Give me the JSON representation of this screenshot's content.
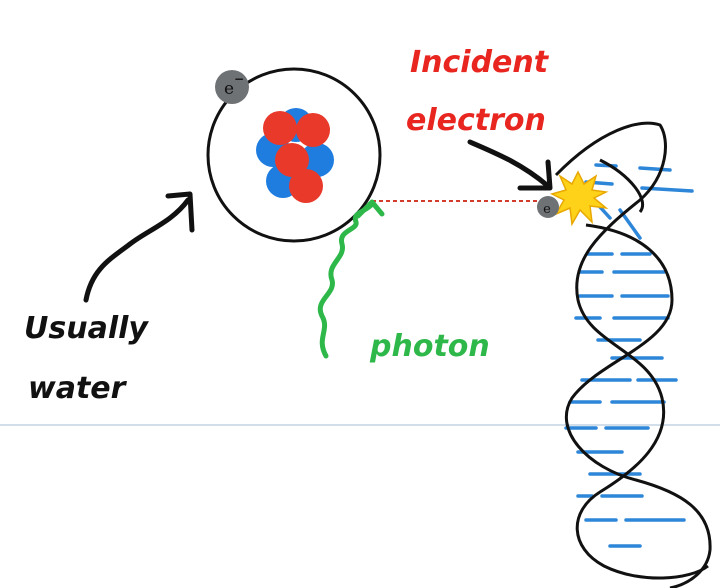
{
  "labels": {
    "electron_symbol": "e",
    "electron_sign": "−",
    "incident_line1": "Incident",
    "incident_line2": "electron",
    "water_line1": "Usually",
    "water_line2": "water",
    "photon": "photon"
  },
  "colors": {
    "incident_text": "#e8251f",
    "photon_text": "#2eb84a",
    "photon_wave": "#2eb84a",
    "proton": "#e8392a",
    "neutron": "#1f7de0",
    "electron": "#6f7275",
    "dna_rungs": "#2d86d8",
    "laser_line": "#d33b2c",
    "hand_arrows": "#111111",
    "divider": "#b7c9dc"
  }
}
